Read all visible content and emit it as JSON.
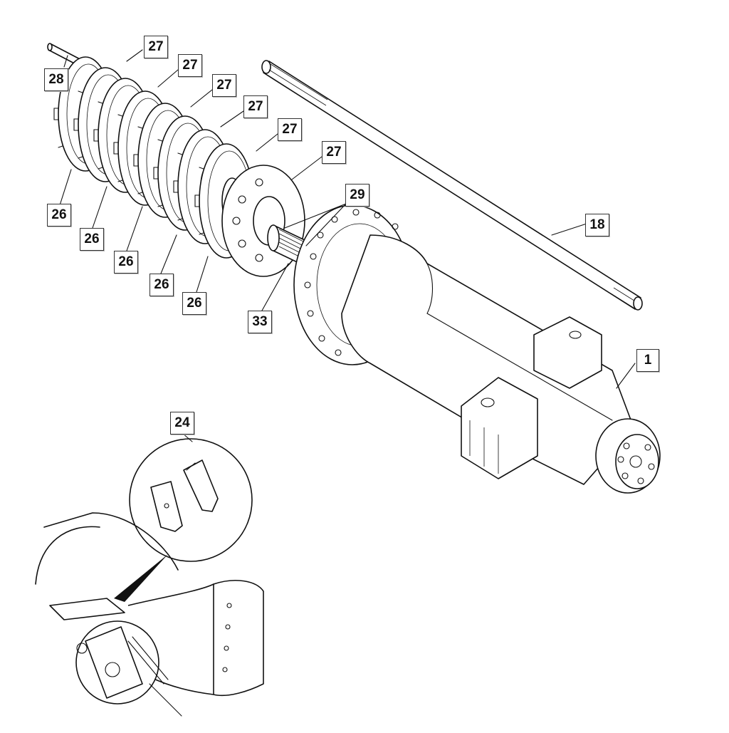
{
  "callouts": [
    {
      "id": "c27a",
      "label": "27"
    },
    {
      "id": "c27b",
      "label": "27"
    },
    {
      "id": "c27c",
      "label": "27"
    },
    {
      "id": "c27d",
      "label": "27"
    },
    {
      "id": "c27e",
      "label": "27"
    },
    {
      "id": "c27f",
      "label": "27"
    },
    {
      "id": "c28",
      "label": "28"
    },
    {
      "id": "c29",
      "label": "29"
    },
    {
      "id": "c18",
      "label": "18"
    },
    {
      "id": "c26a",
      "label": "26"
    },
    {
      "id": "c26b",
      "label": "26"
    },
    {
      "id": "c26c",
      "label": "26"
    },
    {
      "id": "c26d",
      "label": "26"
    },
    {
      "id": "c26e",
      "label": "26"
    },
    {
      "id": "c33",
      "label": "33"
    },
    {
      "id": "c1",
      "label": "1"
    },
    {
      "id": "c24",
      "label": "24"
    }
  ]
}
